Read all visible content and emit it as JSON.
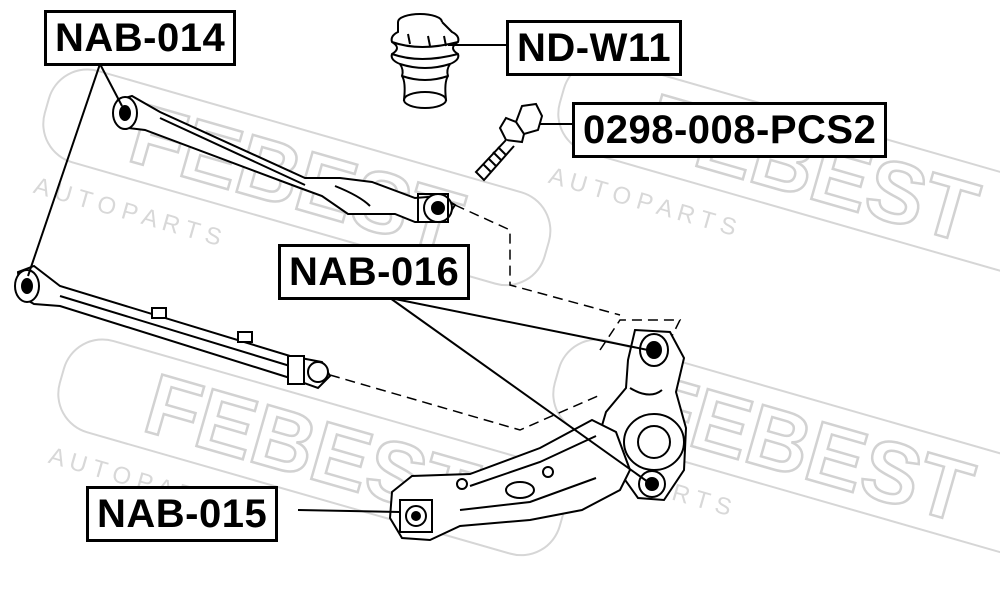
{
  "diagram": {
    "watermark": {
      "brand": "FEBEST",
      "tagline": "A U T O   P A R T S"
    },
    "part_labels": {
      "nab014": "NAB-014",
      "ndw11": "ND-W11",
      "pcs2": "0298-008-PCS2",
      "nab016": "NAB-016",
      "nab015": "NAB-015"
    },
    "colors": {
      "line": "#000000",
      "watermark": "#dcdcdc",
      "background": "#ffffff"
    }
  }
}
